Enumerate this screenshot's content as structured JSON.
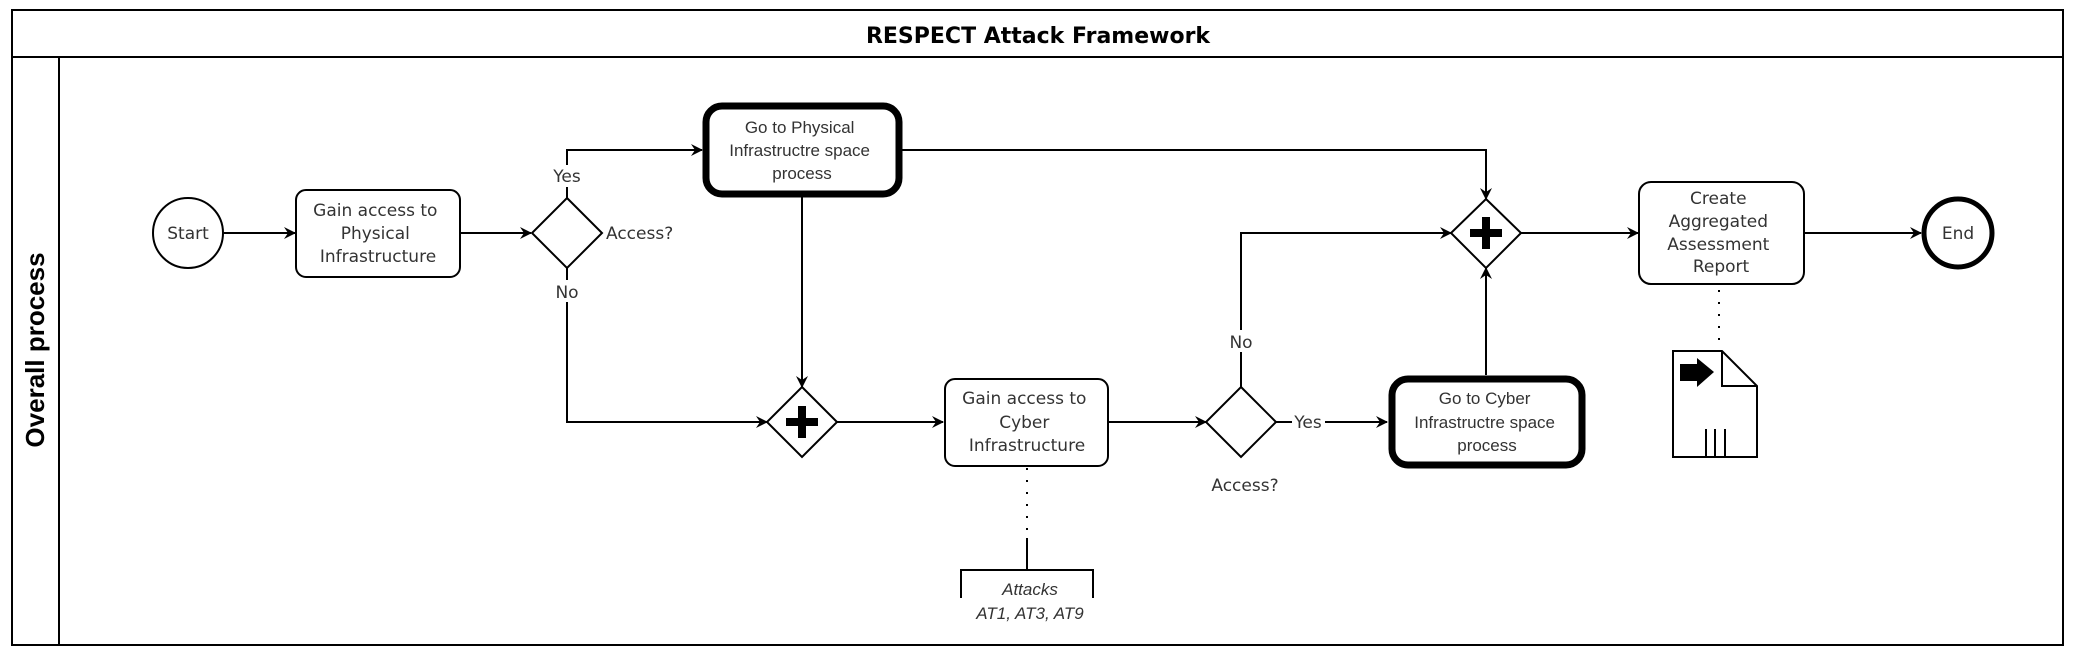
{
  "pool": {
    "title": "RESPECT Attack Framework"
  },
  "lane": {
    "title": "Overall process"
  },
  "nodes": {
    "start": {
      "label": "Start"
    },
    "end": {
      "label": "End"
    },
    "gain_physical": {
      "lines": [
        "Gain access to",
        "Physical",
        "Infrastructure"
      ]
    },
    "go_physical": {
      "lines": [
        "Go to Physical",
        "Infrastructre space",
        "process"
      ]
    },
    "gain_cyber": {
      "lines": [
        "Gain access to",
        "Cyber",
        "Infrastructure"
      ]
    },
    "go_cyber": {
      "lines": [
        "Go to Cyber",
        "Infrastructre space",
        "process"
      ]
    },
    "create_report": {
      "lines": [
        "Create",
        "Aggregated",
        "Assessment",
        "Report"
      ]
    },
    "decision_physical": {
      "label": "Access?"
    },
    "decision_cyber": {
      "label": "Access?"
    }
  },
  "edge_labels": {
    "physical_yes": "Yes",
    "physical_no": "No",
    "cyber_yes": "Yes",
    "cyber_no": "No"
  },
  "annotation": {
    "title": "Attacks",
    "items": "AT1, AT3, AT9"
  },
  "icons": {
    "parallel_gateway": "plus",
    "data_object": "data-output-collection"
  }
}
